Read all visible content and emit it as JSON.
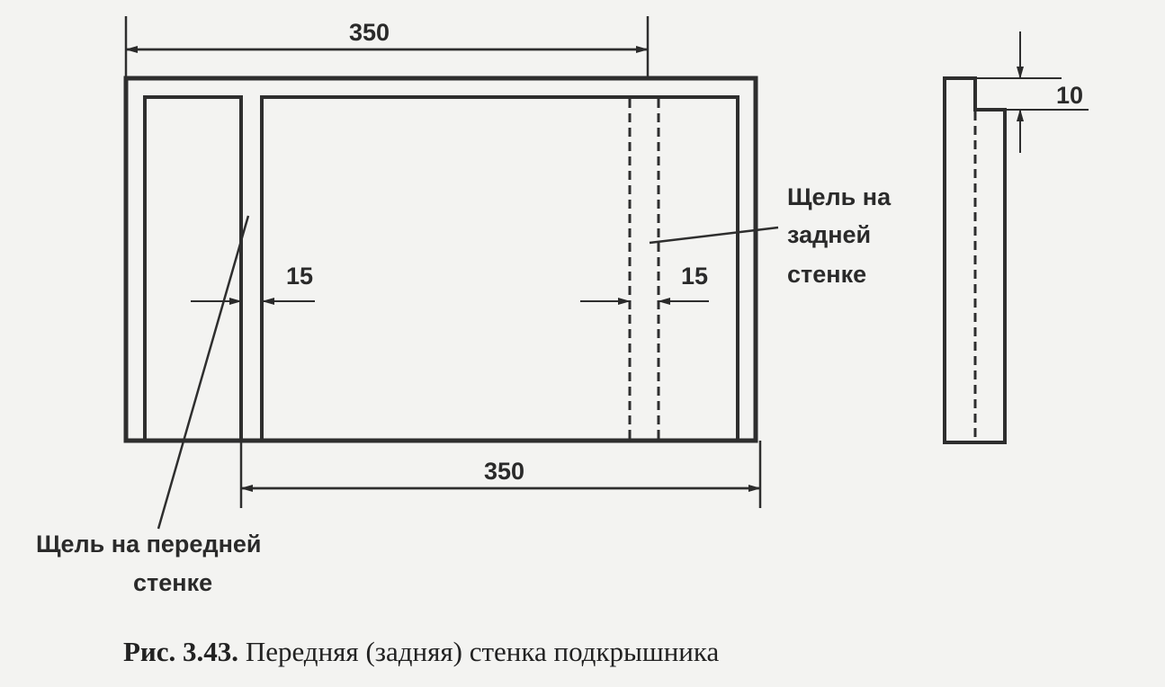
{
  "dimensions": {
    "top_width": "350",
    "bottom_width": "350",
    "slot_left": "15",
    "slot_right": "15",
    "side_step": "10"
  },
  "labels": {
    "back_slot_line1": "Щель на",
    "back_slot_line2": "задней",
    "back_slot_line3": "стенке",
    "front_slot_line1": "Щель на передней",
    "front_slot_line2": "стенке"
  },
  "caption": {
    "number": "Рис. 3.43.",
    "text": "Передняя (задняя) стенка подкрышника"
  }
}
